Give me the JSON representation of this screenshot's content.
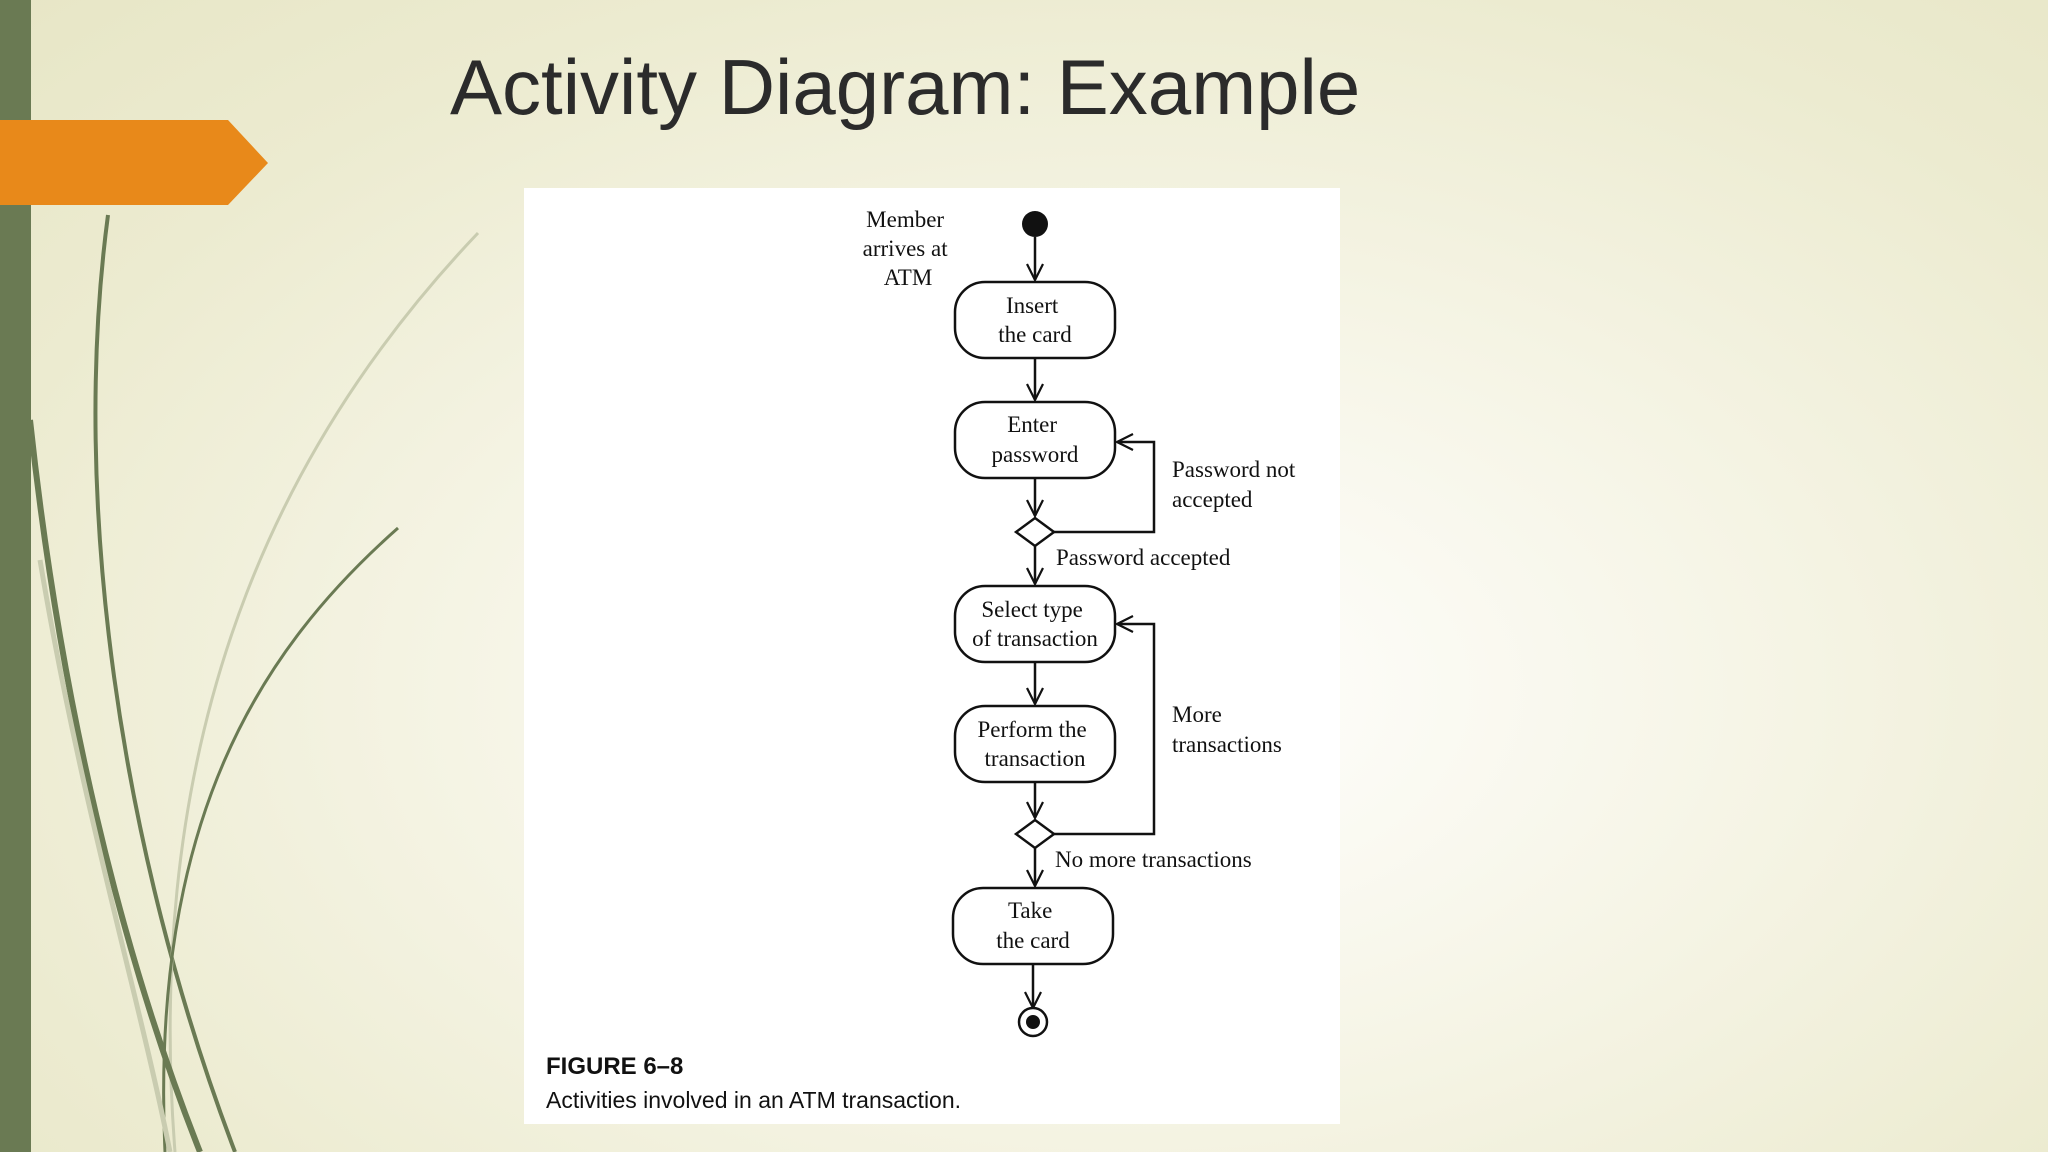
{
  "slide": {
    "title": "Activity Diagram: Example"
  },
  "diagram": {
    "start_note": [
      "Member",
      "arrives at",
      "ATM"
    ],
    "activities": [
      {
        "id": "insert-card",
        "lines": [
          "Insert",
          "the card"
        ]
      },
      {
        "id": "enter-password",
        "lines": [
          "Enter",
          "password"
        ]
      },
      {
        "id": "select-transaction",
        "lines": [
          "Select type",
          "of transaction"
        ]
      },
      {
        "id": "perform-transaction",
        "lines": [
          "Perform the",
          "transaction"
        ]
      },
      {
        "id": "take-card",
        "lines": [
          "Take",
          "the card"
        ]
      }
    ],
    "guards": {
      "password_not_accepted": [
        "Password not",
        "accepted"
      ],
      "password_accepted": "Password accepted",
      "more_transactions": [
        "More",
        "transactions"
      ],
      "no_more_transactions": "No more transactions"
    },
    "caption": {
      "title": "FIGURE 6–8",
      "text": "Activities involved in an ATM transaction."
    }
  },
  "colors": {
    "accent_orange": "#e8891a",
    "side_bar": "#6a7a53",
    "stroke": "#111111"
  }
}
